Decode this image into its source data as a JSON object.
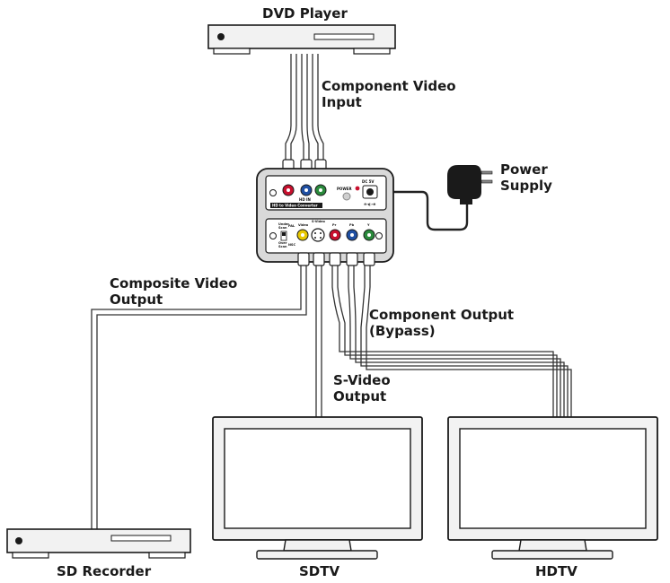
{
  "labels": {
    "dvd_player": "DVD Player",
    "component_input": [
      "Component Video",
      "Input"
    ],
    "power_supply": [
      "Power",
      "Supply"
    ],
    "composite_output": [
      "Composite Video",
      "Output"
    ],
    "component_output": [
      "Component Output",
      "(Bypass)"
    ],
    "svideo_output": [
      "S-Video",
      "Output"
    ],
    "sd_recorder": "SD Recorder",
    "sdtv": "SDTV",
    "hdtv": "HDTV"
  },
  "converter": {
    "title": "HD to Video Converter",
    "hd_in": "HD IN",
    "power_led": "POWER",
    "dc_label": "DC 5V",
    "ports": [
      "Video",
      "S-Video",
      "Pr",
      "Pb",
      "Y"
    ],
    "switch_top": [
      "Under",
      "Scan",
      "PAL"
    ],
    "switch_bottom": [
      "Over",
      "Scan",
      "NSC"
    ]
  },
  "colors": {
    "red": "#c8102e",
    "blue": "#1f4fa3",
    "green": "#2a8a3c",
    "yellow": "#e8c800",
    "device_fill": "#f2f2f2",
    "converter_fill": "#d9d9d9",
    "outline": "#1a1a1a"
  }
}
